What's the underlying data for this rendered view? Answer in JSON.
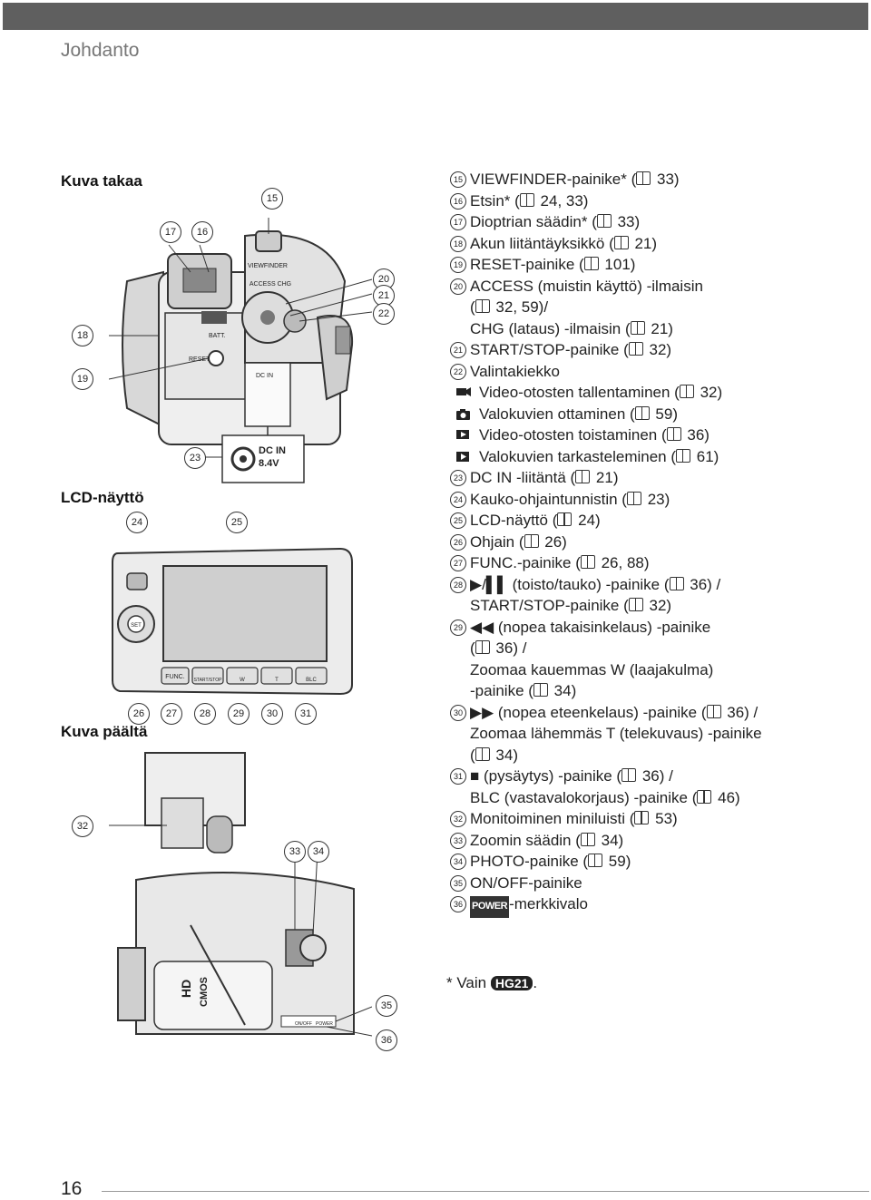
{
  "header": {
    "section": "Johdanto"
  },
  "labels": {
    "rear": "Kuva takaa",
    "lcd": "LCD-näyttö",
    "top": "Kuva päältä"
  },
  "callouts": [
    "15",
    "16",
    "17",
    "18",
    "19",
    "20",
    "21",
    "22",
    "23",
    "24",
    "25",
    "26",
    "27",
    "28",
    "29",
    "30",
    "31",
    "32",
    "33",
    "34",
    "35",
    "36"
  ],
  "diagram_text": {
    "viewfinder": "VIEWFINDER",
    "access_chg": "ACCESS  CHG",
    "batt": "BATT.",
    "reset": "RESET",
    "dc_in_small": "DC IN",
    "dc_in": "DC IN",
    "voltage": "8.4V",
    "set": "SET",
    "func": "FUNC.",
    "play": "START/STOP",
    "w": "W",
    "t": "T",
    "blc": "BLC",
    "hd": "HD",
    "cmos": "CMOS",
    "onoff": "ON/OFF",
    "power": "POWER"
  },
  "items": [
    {
      "n": "15",
      "text": "VIEWFINDER-painike* (",
      "ref": "33)"
    },
    {
      "n": "16",
      "text": "Etsin* (",
      "ref": "24, 33)"
    },
    {
      "n": "17",
      "text": "Dioptrian säädin* (",
      "ref": "33)"
    },
    {
      "n": "18",
      "text": "Akun liitäntäyksikkö (",
      "ref": "21)"
    },
    {
      "n": "19",
      "text": "RESET-painike (",
      "ref": "101)"
    },
    {
      "n": "20",
      "text": "ACCESS (muistin käyttö) -ilmaisin"
    },
    {
      "cont": "(",
      "ref": "32, 59)/"
    },
    {
      "cont": "CHG (lataus) -ilmaisin (",
      "ref": "21)"
    },
    {
      "n": "21",
      "text": "START/STOP-painike (",
      "ref": "32)"
    },
    {
      "n": "22",
      "text": "Valintakiekko"
    },
    {
      "sub": "Video-otosten tallentaminen (",
      "ref": "32)",
      "icon": "video-record-icon"
    },
    {
      "sub": "Valokuvien ottaminen (",
      "ref": "59)",
      "icon": "camera-icon"
    },
    {
      "sub": "Video-otosten toistaminen (",
      "ref": "36)",
      "icon": "video-play-icon"
    },
    {
      "sub": "Valokuvien tarkasteleminen (",
      "ref": "61)",
      "icon": "photo-play-icon"
    },
    {
      "n": "23",
      "text": "DC IN -liitäntä (",
      "ref": "21)"
    },
    {
      "n": "24",
      "text": "Kauko-ohjaintunnistin (",
      "ref": "23)"
    },
    {
      "n": "25",
      "text": "LCD-näyttö (",
      "ref": "24)"
    },
    {
      "n": "26",
      "text": "Ohjain (",
      "ref": "26)"
    },
    {
      "n": "27",
      "text": "FUNC.-painike (",
      "ref": "26, 88)"
    },
    {
      "n": "28",
      "text": "▶/▌▌ (toisto/tauko) -painike (",
      "ref": "36) /"
    },
    {
      "cont": "START/STOP-painike (",
      "ref": "32)"
    },
    {
      "n": "29",
      "text": "◀◀ (nopea takaisinkelaus) -painike"
    },
    {
      "cont": "(",
      "ref": "36) /"
    },
    {
      "cont": "Zoomaa kauemmas W (laajakulma)"
    },
    {
      "cont": "-painike (",
      "ref": "34)"
    },
    {
      "n": "30",
      "text": "▶▶ (nopea eteenkelaus) -painike (",
      "ref": "36) /"
    },
    {
      "cont": "Zoomaa lähemmäs T (telekuvaus) -painike"
    },
    {
      "cont": "(",
      "ref": "34)"
    },
    {
      "n": "31",
      "text": "■ (pysäytys) -painike (",
      "ref": "36) /"
    },
    {
      "cont": "BLC (vastavalokorjaus) -painike (",
      "ref": "46)"
    },
    {
      "n": "32",
      "text": "Monitoiminen miniluisti (",
      "ref": "53)"
    },
    {
      "n": "33",
      "text": "Zoomin säädin (",
      "ref": "34)"
    },
    {
      "n": "34",
      "text": "PHOTO-painike (",
      "ref": "59)"
    },
    {
      "n": "35",
      "text": "ON/OFF-painike"
    },
    {
      "n": "36",
      "text": "-merkkivalo",
      "pw": "POWER"
    }
  ],
  "note": {
    "prefix": "* Vain",
    "badge": "HG21",
    "suffix": "."
  },
  "page_number": "16"
}
